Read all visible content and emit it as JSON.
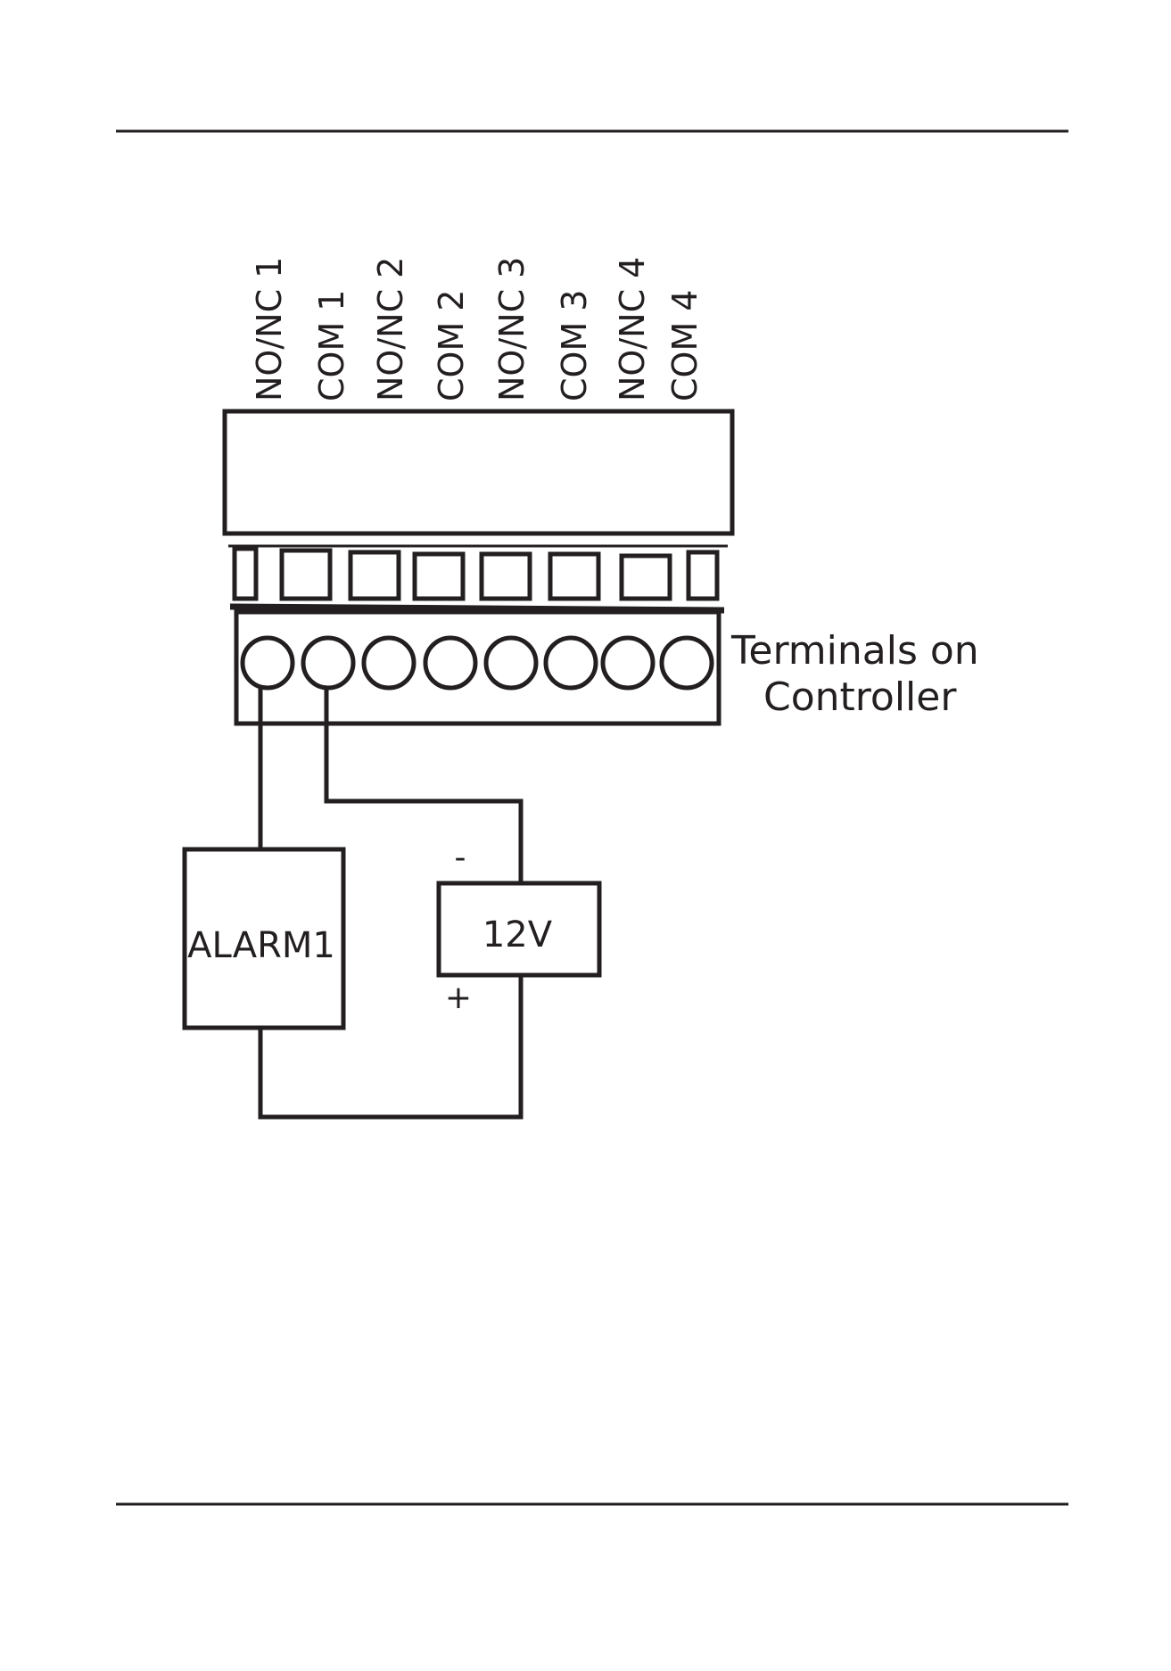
{
  "terminal_labels": [
    "NO/NC 1",
    "COM 1",
    "NO/NC 2",
    "COM 2",
    "NO/NC 3",
    "COM 3",
    "NO/NC 4",
    "COM 4"
  ],
  "controller": {
    "caption_line1": "Terminals on",
    "caption_line2": "Controller"
  },
  "alarm": {
    "label": "ALARM1"
  },
  "power_supply": {
    "label": "12V",
    "negative_symbol": "-",
    "positive_symbol": "+"
  },
  "colors": {
    "ink": "#231f20",
    "background": "#ffffff"
  }
}
